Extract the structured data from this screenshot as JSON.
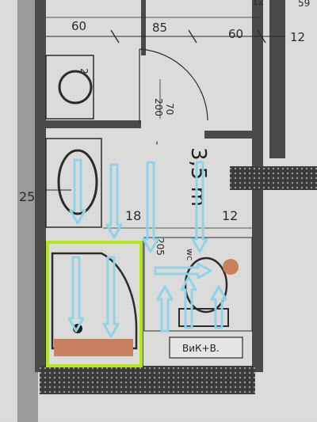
{
  "dimensions": {
    "top_left": "60",
    "top_mid": "85",
    "top_right_60": "60",
    "top_right_12": "12",
    "corner_12": "12",
    "corner_59": "59",
    "side_25": "25",
    "side_18": "18",
    "side_12": "12",
    "washer_2": "2",
    "door_70": "70",
    "door_200": "200",
    "door_dash": "-",
    "area": "3,5 m",
    "bath_205": "205",
    "wc": "wc"
  },
  "labels": {
    "vik": "ВиК+В."
  },
  "colors": {
    "arrow": "#8fd3ea",
    "highlight": "#b5e61d",
    "accent": "#c9805f",
    "wall": "#4a4a4a",
    "hatch": "#2e2e2e"
  }
}
